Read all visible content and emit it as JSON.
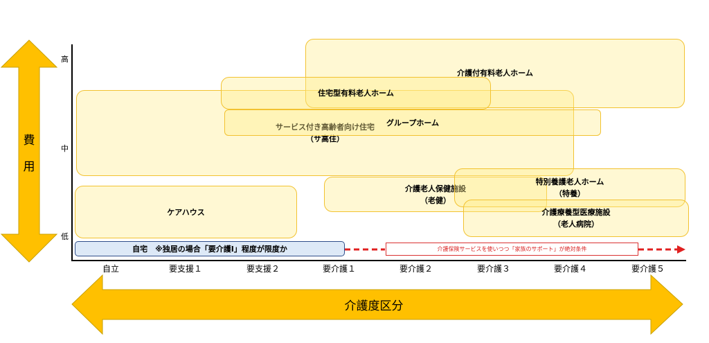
{
  "diagram": {
    "y_axis": {
      "label_chars": [
        "費",
        "用"
      ],
      "ticks": {
        "high": "高",
        "mid": "中",
        "low": "低"
      }
    },
    "x_axis": {
      "label": "介護度区分",
      "ticks": [
        "自立",
        "要支援１",
        "要支援２",
        "要介護１",
        "要介護２",
        "要介護３",
        "要介護４",
        "要介護５"
      ]
    },
    "facilities": {
      "kaigo_tsuki": {
        "line1": "介護付有料老人ホーム"
      },
      "jutaku_gata": {
        "line1": "住宅型有料老人ホーム"
      },
      "group_home": {
        "line1": "グループホーム"
      },
      "sakoju": {
        "line1": "サービス付き高齢者向け住宅",
        "line2": "（サ高住）"
      },
      "care_house": {
        "line1": "ケアハウス"
      },
      "roken": {
        "line1": "介護老人保健施設",
        "line2": "（老健）"
      },
      "tokuyo": {
        "line1": "特別養護老人ホーム",
        "line2": "（特養）"
      },
      "ryoyo": {
        "line1": "介護療養型医療施設",
        "line2": "（老人病院）"
      }
    },
    "home_care": "自宅　※独居の場合「要介護Ⅰ」程度が限度か",
    "family_note": "介護保険サービスを使いつつ「家族のサポート」が絶対条件",
    "colors": {
      "arrow_fill": "#ffc000",
      "box_fill": "#fff2a8",
      "box_border": "#f2c230",
      "home_fill": "#dde9f7",
      "home_border": "#2f4e8a",
      "note_red": "#e02020"
    }
  }
}
